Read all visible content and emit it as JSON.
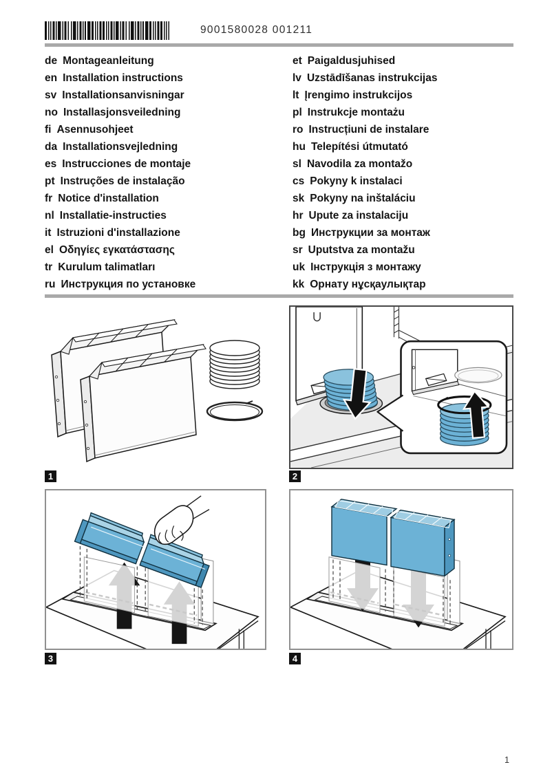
{
  "header": {
    "doc_number": "9001580028 001211"
  },
  "languages": {
    "left": [
      {
        "code": "de",
        "title": "Montageanleitung"
      },
      {
        "code": "en",
        "title": "Installation instructions"
      },
      {
        "code": "sv",
        "title": "Installationsanvisningar"
      },
      {
        "code": "no",
        "title": "Installasjonsveiledning"
      },
      {
        "code": "fi",
        "title": "Asennusohjeet"
      },
      {
        "code": "da",
        "title": "Installationsvejledning"
      },
      {
        "code": "es",
        "title": "Instrucciones de montaje"
      },
      {
        "code": "pt",
        "title": "Instruções de instalação"
      },
      {
        "code": "fr",
        "title": "Notice d'installation"
      },
      {
        "code": "nl",
        "title": "Installatie-instructies"
      },
      {
        "code": "it",
        "title": "Istruzioni d'installazione"
      },
      {
        "code": "el",
        "title": "Οδηγίες εγκατάστασης"
      },
      {
        "code": "tr",
        "title": "Kurulum talimatları"
      },
      {
        "code": "ru",
        "title": "Инструкция по установке"
      }
    ],
    "right": [
      {
        "code": "et",
        "title": "Paigaldusjuhised"
      },
      {
        "code": "lv",
        "title": "Uzstādīšanas instrukcijas"
      },
      {
        "code": "lt",
        "title": "Įrengimo instrukcijos"
      },
      {
        "code": "pl",
        "title": "Instrukcje montażu"
      },
      {
        "code": "ro",
        "title": "Instrucțiuni de instalare"
      },
      {
        "code": "hu",
        "title": "Telepítési útmutató"
      },
      {
        "code": "sl",
        "title": "Navodila za montažo"
      },
      {
        "code": "cs",
        "title": "Pokyny k instalaci"
      },
      {
        "code": "sk",
        "title": "Pokyny na inštaláciu"
      },
      {
        "code": "hr",
        "title": "Upute za instalaciju"
      },
      {
        "code": "bg",
        "title": "Инструкции за монтаж"
      },
      {
        "code": "sr",
        "title": "Uputstva za montažu"
      },
      {
        "code": "uk",
        "title": "Інструкція з монтажу"
      },
      {
        "code": "kk",
        "title": "Орнату нұсқаулықтар"
      }
    ]
  },
  "figures": [
    {
      "number": "1"
    },
    {
      "number": "2"
    },
    {
      "number": "3"
    },
    {
      "number": "4"
    }
  ],
  "page_number": "1",
  "colors": {
    "accent_blue": "#6cb2d6",
    "accent_blue_light": "#9fcde3",
    "accent_blue_dark": "#4e97bf",
    "line_black": "#1a1a1a",
    "rule_gray": "#a9a9a9"
  }
}
